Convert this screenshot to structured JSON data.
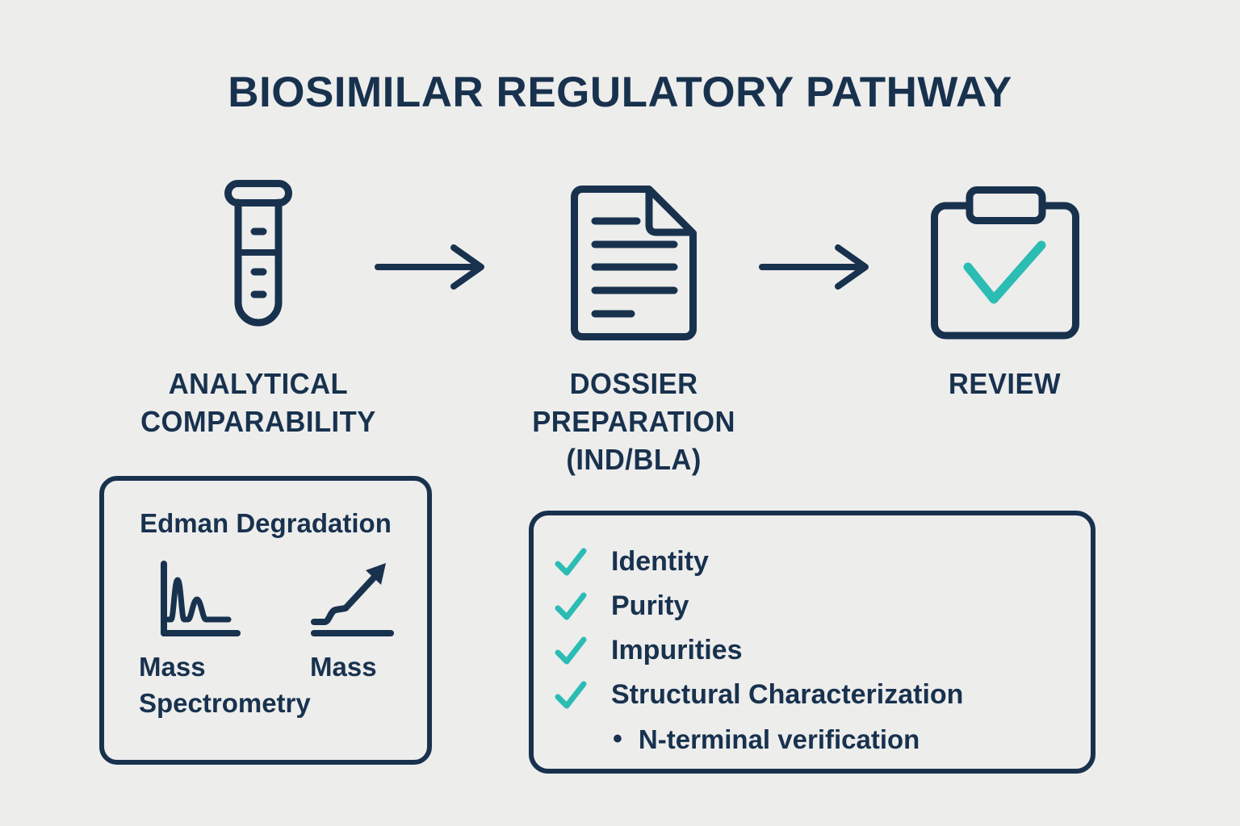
{
  "title": "BIOSIMILAR REGULATORY PATHWAY",
  "colors": {
    "navy": "#18324E",
    "teal": "#2BBCB4",
    "background": "#EDEDEC"
  },
  "steps": [
    {
      "icon": "test-tube-icon",
      "label": "ANALYTICAL\nCOMPARABILITY"
    },
    {
      "icon": "document-icon",
      "label": "DOSSIER\nPREPARATION\n(IND/BLA)"
    },
    {
      "icon": "clipboard-check-icon",
      "label": "REVIEW"
    }
  ],
  "analysis_box": {
    "title": "Edman Degradation",
    "methods": [
      {
        "icon": "chromatogram-icon",
        "label": "Mass Spectrometry"
      },
      {
        "icon": "trend-arrow-icon",
        "label": "Mass"
      }
    ]
  },
  "checklist_box": {
    "items": [
      "Identity",
      "Purity",
      "Impurities",
      "Structural Characterization"
    ],
    "sub_bullet": "•",
    "sub_items": [
      "N-terminal verification"
    ]
  }
}
